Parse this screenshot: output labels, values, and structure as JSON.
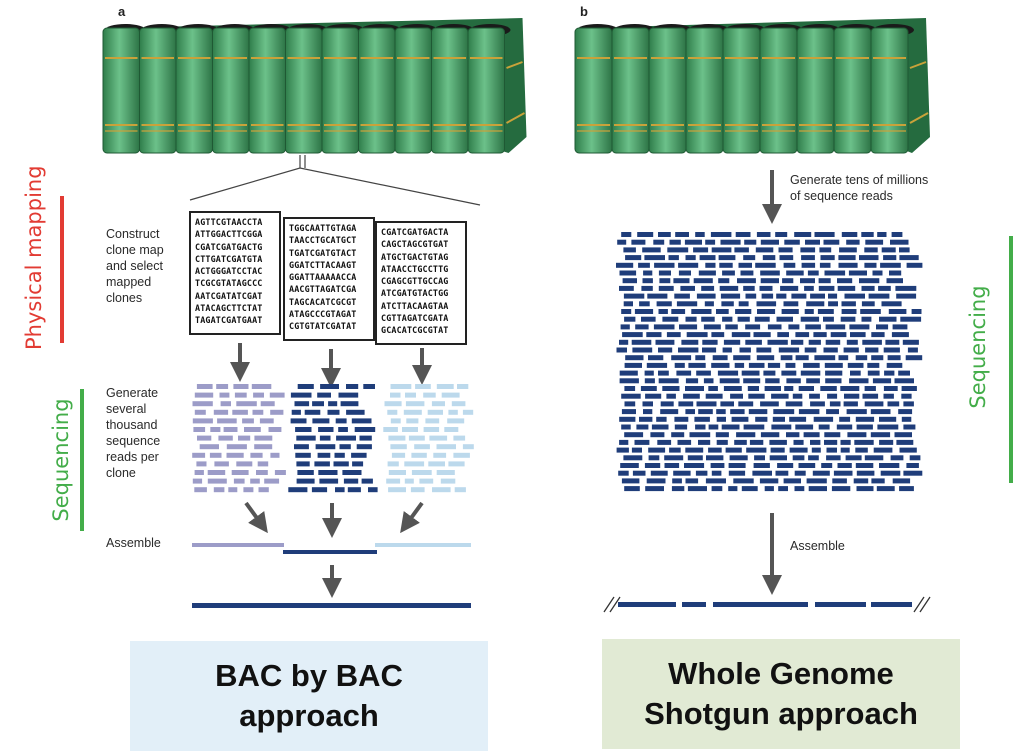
{
  "panels": {
    "a": {
      "letter": "a",
      "steps": {
        "construct": "Construct\nclone map\nand select\nmapped\nclones",
        "generate": "Generate\nseveral\nthousand\nsequence\nreads per\nclone",
        "assemble": "Assemble"
      },
      "clones": [
        {
          "lines": [
            "AGTTCGTAACCTA",
            "ATTGGACTTCGGA",
            "CGATCGATGACTG",
            "CTTGATCGATGTA",
            "ACTGGGATCCTAC",
            "TCGCGTATAGCCC",
            "AATCGATATCGAT",
            "ATACAGCTTCTAT",
            "TAGATCGATGAAT"
          ]
        },
        {
          "lines": [
            "TGGCAATTGTAGA",
            "TAACCTGCATGCT",
            "TGATCGATGTACT",
            "GGATCTTACAAGT",
            "GGATTAAAAACCA",
            "AACGTTAGATCGA",
            "TAGCACATCGCGT",
            "ATAGCCCGTAGAT",
            "CGTGTATCGATAT"
          ]
        },
        {
          "lines": [
            "CGATCGATGACTA",
            "CAGCTAGCGTGAT",
            "ATGCTGACTGTAG",
            "ATAACCTGCCTTG",
            "CGAGCGTTGCCAG",
            "ATCGATGTACTGG",
            "ATCTTACAAGTAA",
            "CGTTAGATCGATA",
            "GCACATCGCGTAT"
          ]
        }
      ],
      "side_labels": {
        "mapping": "Physical mapping",
        "sequencing": "Sequencing"
      },
      "caption": "BAC by BAC\napproach"
    },
    "b": {
      "letter": "b",
      "steps": {
        "generate": "Generate tens of millions\nof sequence reads",
        "assemble": "Assemble"
      },
      "side_labels": {
        "sequencing": "Sequencing"
      },
      "caption": "Whole Genome\nShotgun approach"
    }
  },
  "colors": {
    "book_green": "#4aa36a",
    "book_dark": "#256b3f",
    "book_top": "#1a1a1a",
    "gold_band": "#c9a23a",
    "arrow": "#555555",
    "read_dark": "#1f3d7a",
    "read_mid": "#9c9cc8",
    "read_light": "#bcd9ec",
    "mapping_red": "#e23b33",
    "seq_green": "#43ad49",
    "caption_a_bg": "#e2eff8",
    "caption_b_bg": "#e1ead4"
  },
  "icons": [
    "book-shelf-icon",
    "down-arrow-icon",
    "diagonal-arrow-icon",
    "contig-line-icon"
  ]
}
